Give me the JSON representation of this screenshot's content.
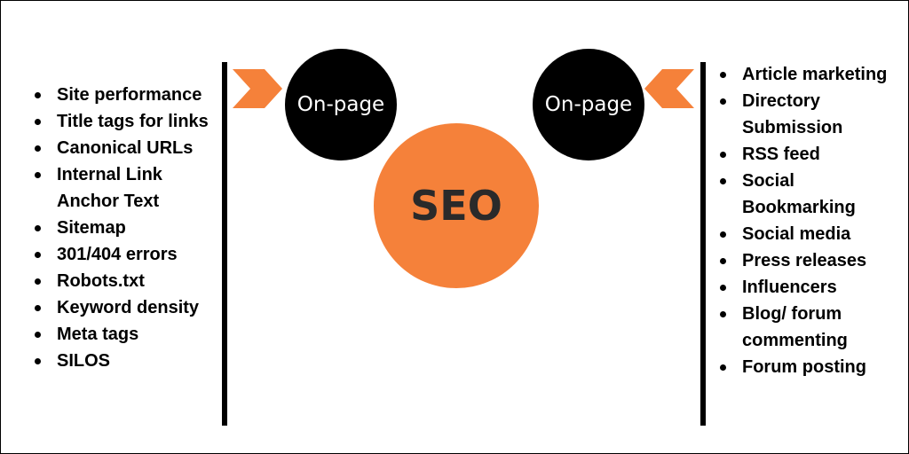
{
  "colors": {
    "accent": "#f5813a",
    "dark": "#000000"
  },
  "center": {
    "label": "SEO"
  },
  "left_bubble": {
    "label": "On-page",
    "arrow_icon": "chevron-right-icon"
  },
  "right_bubble": {
    "label": "On-page",
    "arrow_icon": "chevron-left-icon"
  },
  "left_list": [
    "Site performance",
    "Title tags for links",
    "Canonical URLs",
    "Internal Link Anchor Text",
    "Sitemap",
    "301/404 errors",
    "Robots.txt",
    "Keyword density",
    "Meta tags",
    "SILOS"
  ],
  "right_list": [
    "Article marketing",
    "Directory Submission",
    "RSS feed",
    "Social Bookmarking",
    "Social media",
    "Press releases",
    "Influencers",
    "Blog/ forum commenting",
    "Forum posting"
  ]
}
